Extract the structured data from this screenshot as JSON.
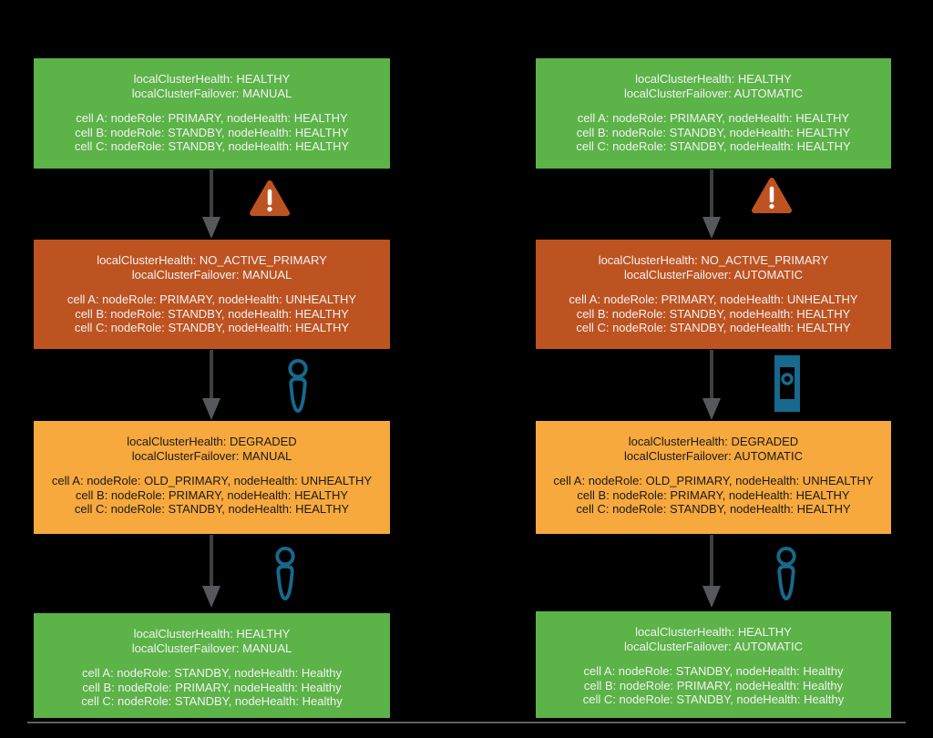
{
  "colors": {
    "background": "#000000",
    "green": "#5CB348",
    "rust": "#BE5322",
    "amber": "#F7A93E",
    "blue": "#17698D",
    "arrow_line": "#3E3F40",
    "arrow_head": "#56585C",
    "text_light": "#F2F2F2",
    "text_dark": "#1A1A1A"
  },
  "columns": [
    {
      "name": "manual-failover",
      "boxes": [
        {
          "variant": "green",
          "health": "localClusterHealth: HEALTHY",
          "failover": "localClusterFailover: MANUAL",
          "cells": [
            "cell A: nodeRole: PRIMARY, nodeHealth: HEALTHY",
            "cell B: nodeRole: STANDBY, nodeHealth: HEALTHY",
            "cell C: nodeRole: STANDBY, nodeHealth: HEALTHY"
          ]
        },
        {
          "variant": "rust",
          "health": "localClusterHealth: NO_ACTIVE_PRIMARY",
          "failover": "localClusterFailover: MANUAL",
          "cells": [
            "cell A: nodeRole: PRIMARY, nodeHealth: UNHEALTHY",
            "cell B: nodeRole: STANDBY, nodeHealth: HEALTHY",
            "cell C: nodeRole: STANDBY, nodeHealth: HEALTHY"
          ]
        },
        {
          "variant": "amber",
          "health": "localClusterHealth: DEGRADED",
          "failover": "localClusterFailover: MANUAL",
          "cells": [
            "cell A: nodeRole: OLD_PRIMARY, nodeHealth: UNHEALTHY",
            "cell B: nodeRole: PRIMARY, nodeHealth: HEALTHY",
            "cell C: nodeRole: STANDBY, nodeHealth: HEALTHY"
          ]
        },
        {
          "variant": "green",
          "health": "localClusterHealth: HEALTHY",
          "failover": "localClusterFailover: MANUAL",
          "cells": [
            "cell A: nodeRole: STANDBY, nodeHealth: Healthy",
            "cell B: nodeRole: PRIMARY, nodeHealth: Healthy",
            "cell C: nodeRole: STANDBY, nodeHealth: Healthy"
          ]
        }
      ],
      "transitions": [
        {
          "icon": "warning"
        },
        {
          "icon": "person"
        },
        {
          "icon": "person"
        }
      ]
    },
    {
      "name": "automatic-failover",
      "boxes": [
        {
          "variant": "green",
          "health": "localClusterHealth: HEALTHY",
          "failover": "localClusterFailover: AUTOMATIC",
          "cells": [
            "cell A: nodeRole: PRIMARY, nodeHealth: HEALTHY",
            "cell B: nodeRole: STANDBY, nodeHealth: HEALTHY",
            "cell C: nodeRole: STANDBY, nodeHealth: HEALTHY"
          ]
        },
        {
          "variant": "rust",
          "health": "localClusterHealth: NO_ACTIVE_PRIMARY",
          "failover": "localClusterFailover: AUTOMATIC",
          "cells": [
            "cell A: nodeRole: PRIMARY, nodeHealth: UNHEALTHY",
            "cell B: nodeRole: STANDBY, nodeHealth: HEALTHY",
            "cell C: nodeRole: STANDBY, nodeHealth: HEALTHY"
          ]
        },
        {
          "variant": "amber",
          "health": "localClusterHealth: DEGRADED",
          "failover": "localClusterFailover: AUTOMATIC",
          "cells": [
            "cell A: nodeRole: OLD_PRIMARY, nodeHealth: UNHEALTHY",
            "cell B: nodeRole: PRIMARY, nodeHealth: HEALTHY",
            "cell C: nodeRole: STANDBY, nodeHealth: HEALTHY"
          ]
        },
        {
          "variant": "green",
          "health": "localClusterHealth: HEALTHY",
          "failover": "localClusterFailover: AUTOMATIC",
          "cells": [
            "cell A: nodeRole: STANDBY, nodeHealth: Healthy",
            "cell B: nodeRole: PRIMARY, nodeHealth: Healthy",
            "cell C: nodeRole: STANDBY, nodeHealth: Healthy"
          ]
        }
      ],
      "transitions": [
        {
          "icon": "warning"
        },
        {
          "icon": "device"
        },
        {
          "icon": "person"
        }
      ]
    }
  ]
}
